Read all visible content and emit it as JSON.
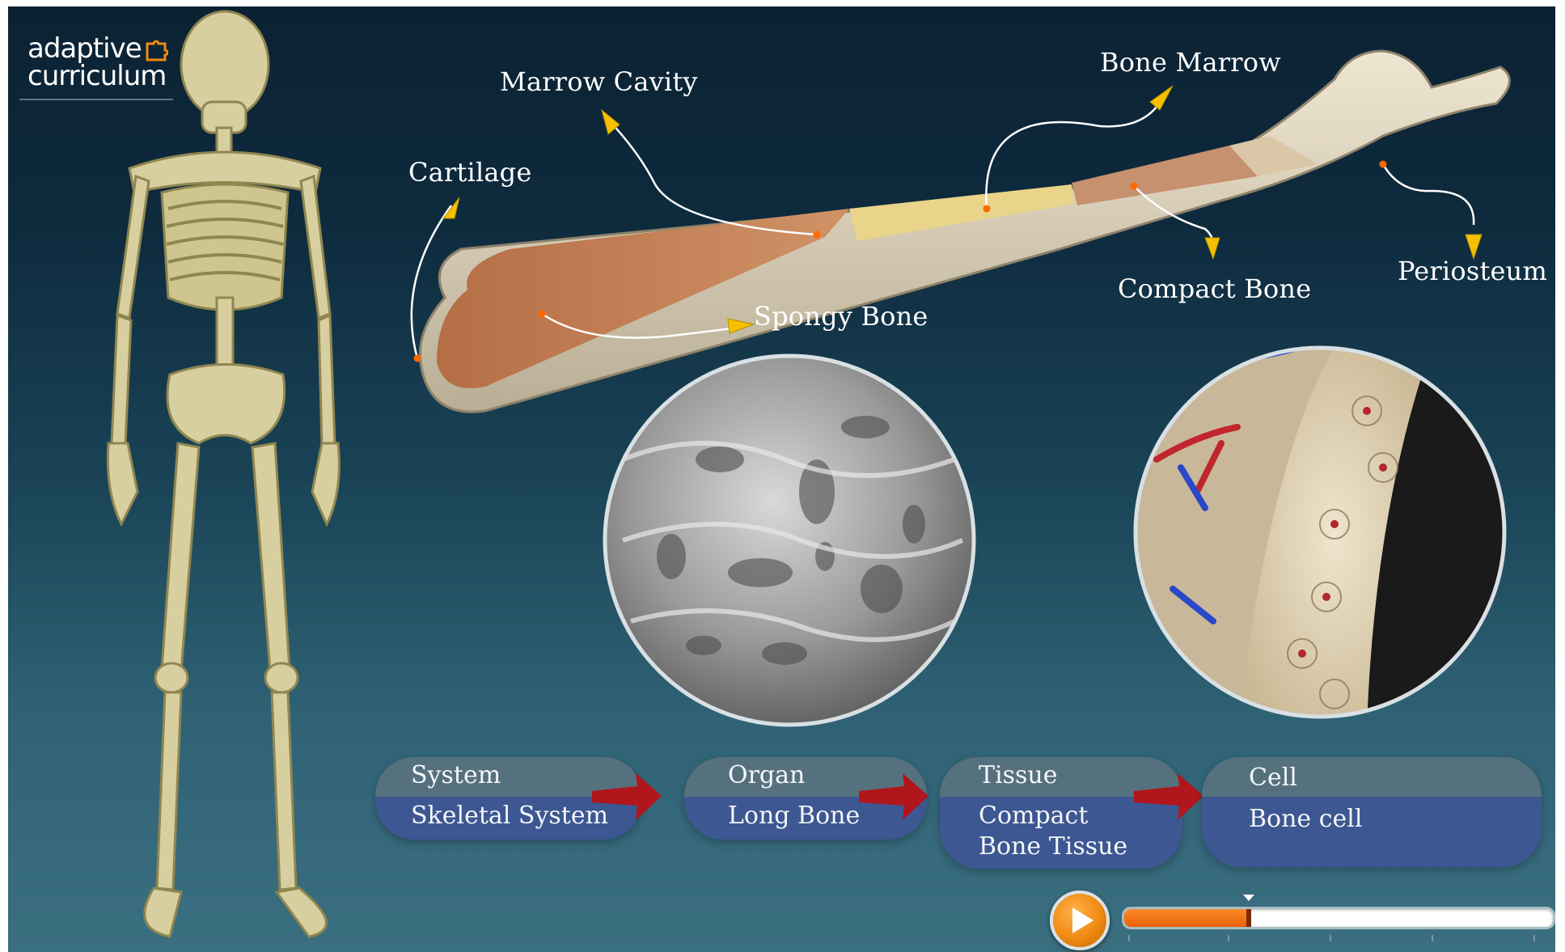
{
  "logo": {
    "line1": "adaptive",
    "line2": "curriculum"
  },
  "labels": {
    "marrow_cavity": "Marrow Cavity",
    "bone_marrow": "Bone Marrow",
    "cartilage": "Cartilage",
    "spongy_bone": "Spongy Bone",
    "compact_bone": "Compact Bone",
    "periosteum": "Periosteum"
  },
  "hierarchy": [
    {
      "heading": "System",
      "value": "Skeletal System"
    },
    {
      "heading": "Organ",
      "value": "Long Bone"
    },
    {
      "heading": "Tissue",
      "value_line1": "Compact",
      "value_line2": "Bone Tissue"
    },
    {
      "heading": "Cell",
      "value": "Bone cell"
    }
  ],
  "player": {
    "progress_fraction": 0.29
  },
  "colors": {
    "accent_orange": "#f08a12",
    "leader_arrow": "#f5c000",
    "pill_top": "#56717e",
    "pill_bottom": "#3c5791",
    "flow_arrow": "#b0161b"
  },
  "icons": {
    "play": "play-icon"
  }
}
